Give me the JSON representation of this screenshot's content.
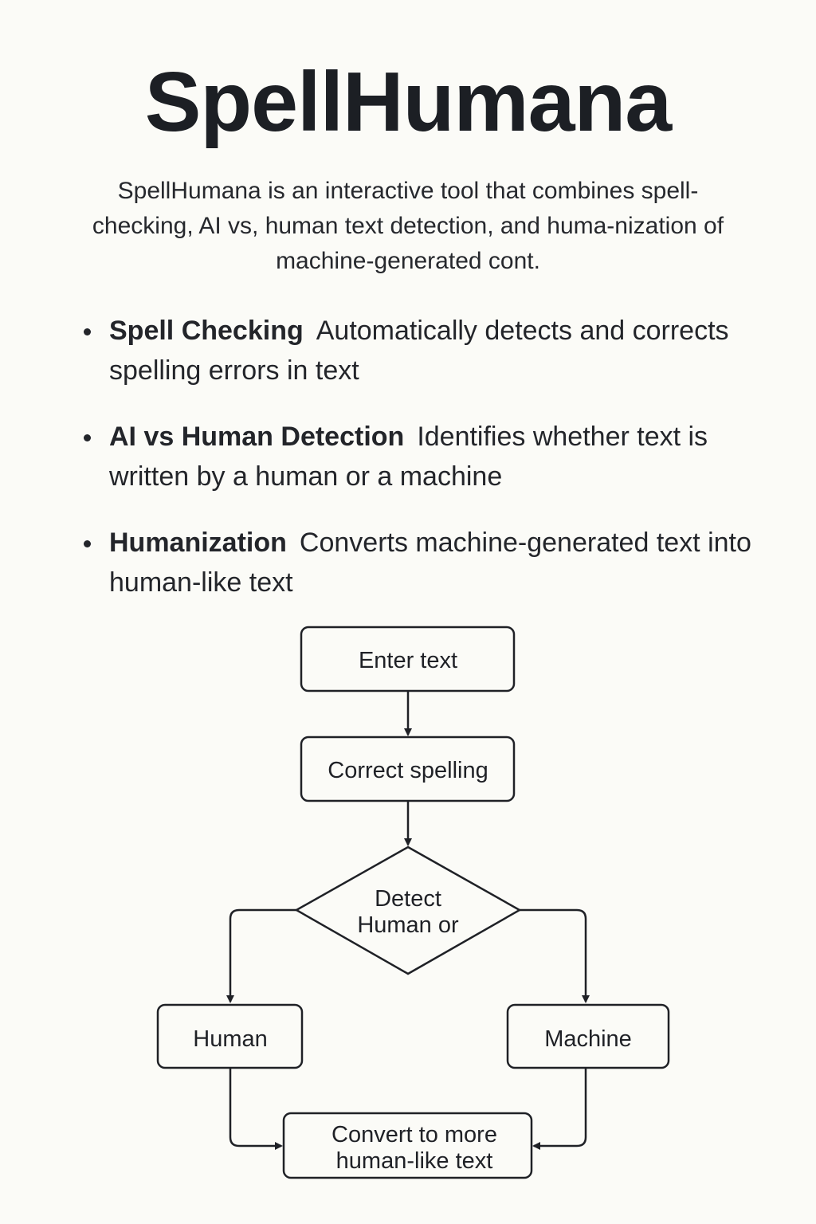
{
  "title": "SpellHumana",
  "description": "SpellHumana is an interactive tool that combines spell-checking, AI vs, human text detection, and huma-nization of machine-generated cont.",
  "features": [
    {
      "name": "Spell Checking",
      "text": "Automatically detects and corrects spelling errors in text"
    },
    {
      "name": "AI vs Human Detection",
      "text": "Identifies whether text is written by a human or a machine"
    },
    {
      "name": "Humanization",
      "text": "Converts machine-generated text into human-like text"
    }
  ],
  "flowchart": {
    "enter_text": "Enter text",
    "correct_spelling": "Correct spelling",
    "detect_line1": "Detect",
    "detect_line2": "Human or",
    "human": "Human",
    "machine": "Machine",
    "convert_line1": "Convert to more",
    "convert_line2": "human-like text"
  }
}
